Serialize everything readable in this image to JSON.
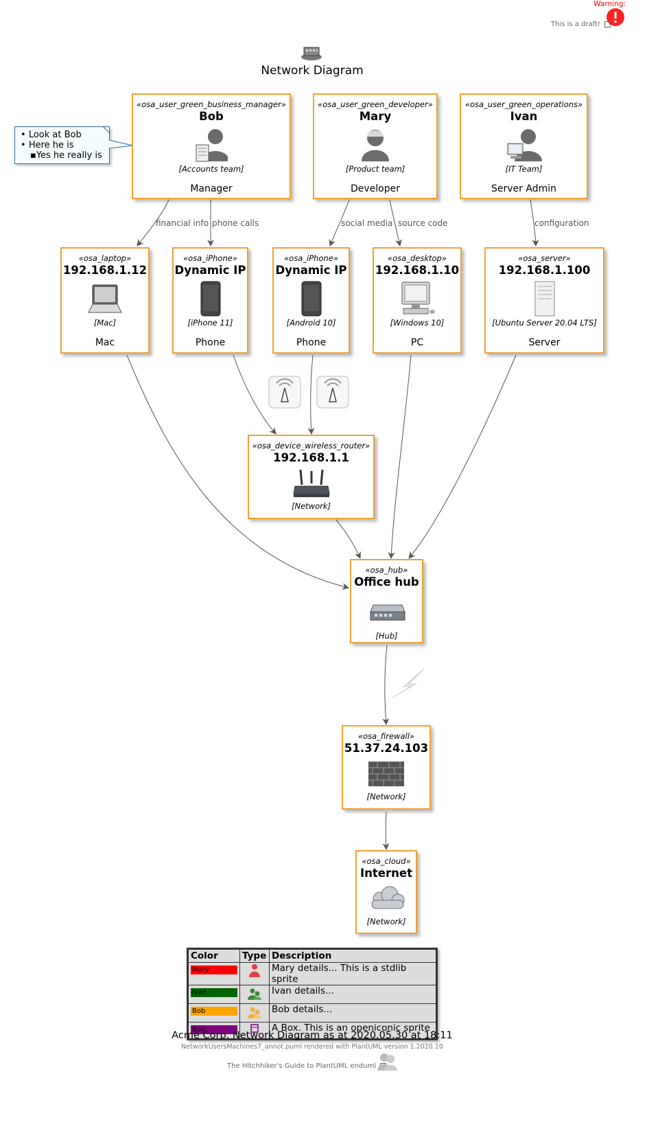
{
  "header": {
    "warning_label": "Warning:",
    "draft_text": "This is a draft!",
    "title": "Network Diagram"
  },
  "note": {
    "line1": "Look at Bob",
    "line2": "Here he is",
    "line3": "Yes he really is"
  },
  "users": [
    {
      "id": "bob",
      "stereotype": "«osa_user_green_business_manager»",
      "name": "Bob",
      "technology": "[Accounts team]",
      "description": "Manager",
      "icon": "business-manager-user-icon"
    },
    {
      "id": "mary",
      "stereotype": "«osa_user_green_developer»",
      "name": "Mary",
      "technology": "[Product team]",
      "description": "Developer",
      "icon": "developer-user-icon"
    },
    {
      "id": "ivan",
      "stereotype": "«osa_user_green_operations»",
      "name": "Ivan",
      "technology": "[IT Team]",
      "description": "Server Admin",
      "icon": "operations-user-icon"
    }
  ],
  "devices": [
    {
      "id": "mac",
      "stereotype": "«osa_laptop»",
      "name": "192.168.1.12",
      "technology": "[Mac]",
      "description": "Mac",
      "icon": "laptop-icon"
    },
    {
      "id": "iphone",
      "stereotype": "«osa_iPhone»",
      "name": "Dynamic IP",
      "technology": "[iPhone 11]",
      "description": "Phone",
      "icon": "phone-icon"
    },
    {
      "id": "android",
      "stereotype": "«osa_iPhone»",
      "name": "Dynamic IP",
      "technology": "[Android 10]",
      "description": "Phone",
      "icon": "phone-icon"
    },
    {
      "id": "pc",
      "stereotype": "«osa_desktop»",
      "name": "192.168.1.10",
      "technology": "[Windows 10]",
      "description": "PC",
      "icon": "desktop-icon"
    },
    {
      "id": "server",
      "stereotype": "«osa_server»",
      "name": "192.168.1.100",
      "technology": "[Ubuntu Server 20.04 LTS]",
      "description": "Server",
      "icon": "server-icon"
    }
  ],
  "router": {
    "stereotype": "«osa_device_wireless_router»",
    "name": "192.168.1.1",
    "technology": "[Network]",
    "icon": "wireless-router-icon"
  },
  "hub": {
    "stereotype": "«osa_hub»",
    "name": "Office hub",
    "technology": "[Hub]",
    "icon": "hub-icon"
  },
  "firewall": {
    "stereotype": "«osa_firewall»",
    "name": "51.37.24.103",
    "technology": "[Network]",
    "icon": "firewall-icon"
  },
  "cloud": {
    "stereotype": "«osa_cloud»",
    "name": "Internet",
    "technology": "[Network]",
    "icon": "cloud-icon"
  },
  "edges": [
    {
      "from": "Bob",
      "to": "192.168.1.12",
      "label": "financial info"
    },
    {
      "from": "Bob",
      "to": "Dynamic IP (iPhone 11)",
      "label": "phone calls"
    },
    {
      "from": "Mary",
      "to": "Dynamic IP (Android 10)",
      "label": "social media"
    },
    {
      "from": "Mary",
      "to": "192.168.1.10",
      "label": "source code"
    },
    {
      "from": "Ivan",
      "to": "192.168.1.100",
      "label": "configuration"
    },
    {
      "from": "Mac",
      "to": "Office hub",
      "label": ""
    },
    {
      "from": "iPhone",
      "to": "192.168.1.1",
      "label": ""
    },
    {
      "from": "Android",
      "to": "192.168.1.1",
      "label": ""
    },
    {
      "from": "PC",
      "to": "Office hub",
      "label": ""
    },
    {
      "from": "Server",
      "to": "Office hub",
      "label": ""
    },
    {
      "from": "192.168.1.1",
      "to": "Office hub",
      "label": ""
    },
    {
      "from": "Office hub",
      "to": "51.37.24.103",
      "label": ""
    },
    {
      "from": "51.37.24.103",
      "to": "Internet",
      "label": ""
    }
  ],
  "legend": {
    "headers": [
      "Color",
      "Type",
      "Description"
    ],
    "rows": [
      {
        "color_label": "Mary",
        "color": "#ff0000",
        "type_icon": "person-red-icon",
        "description": "Mary details... This is a stdlib sprite"
      },
      {
        "color_label": "Ivan",
        "color": "#006400",
        "type_icon": "people-green-icon",
        "description": "Ivan details..."
      },
      {
        "color_label": "Bob",
        "color": "#ffa500",
        "type_icon": "people-orange-icon",
        "description": "Bob details..."
      },
      {
        "color_label": "Box",
        "color": "#800080",
        "type_icon": "box-icon",
        "description": "A Box. This is an openiconic sprite"
      }
    ]
  },
  "caption": "Acme Corp. Network Diagram as at 2020.05.30 at 18:11",
  "rendered_with": "NetworkUsersMachines7_annot.puml rendered with PlantUML version 1.2020.10",
  "footer": "The Hitchhiker's Guide to PlantUML enduml",
  "colors": {
    "node_border": "#f0a030",
    "arrow": "#555555",
    "note_border": "#2c6f8b",
    "warning": "#ff0000"
  }
}
